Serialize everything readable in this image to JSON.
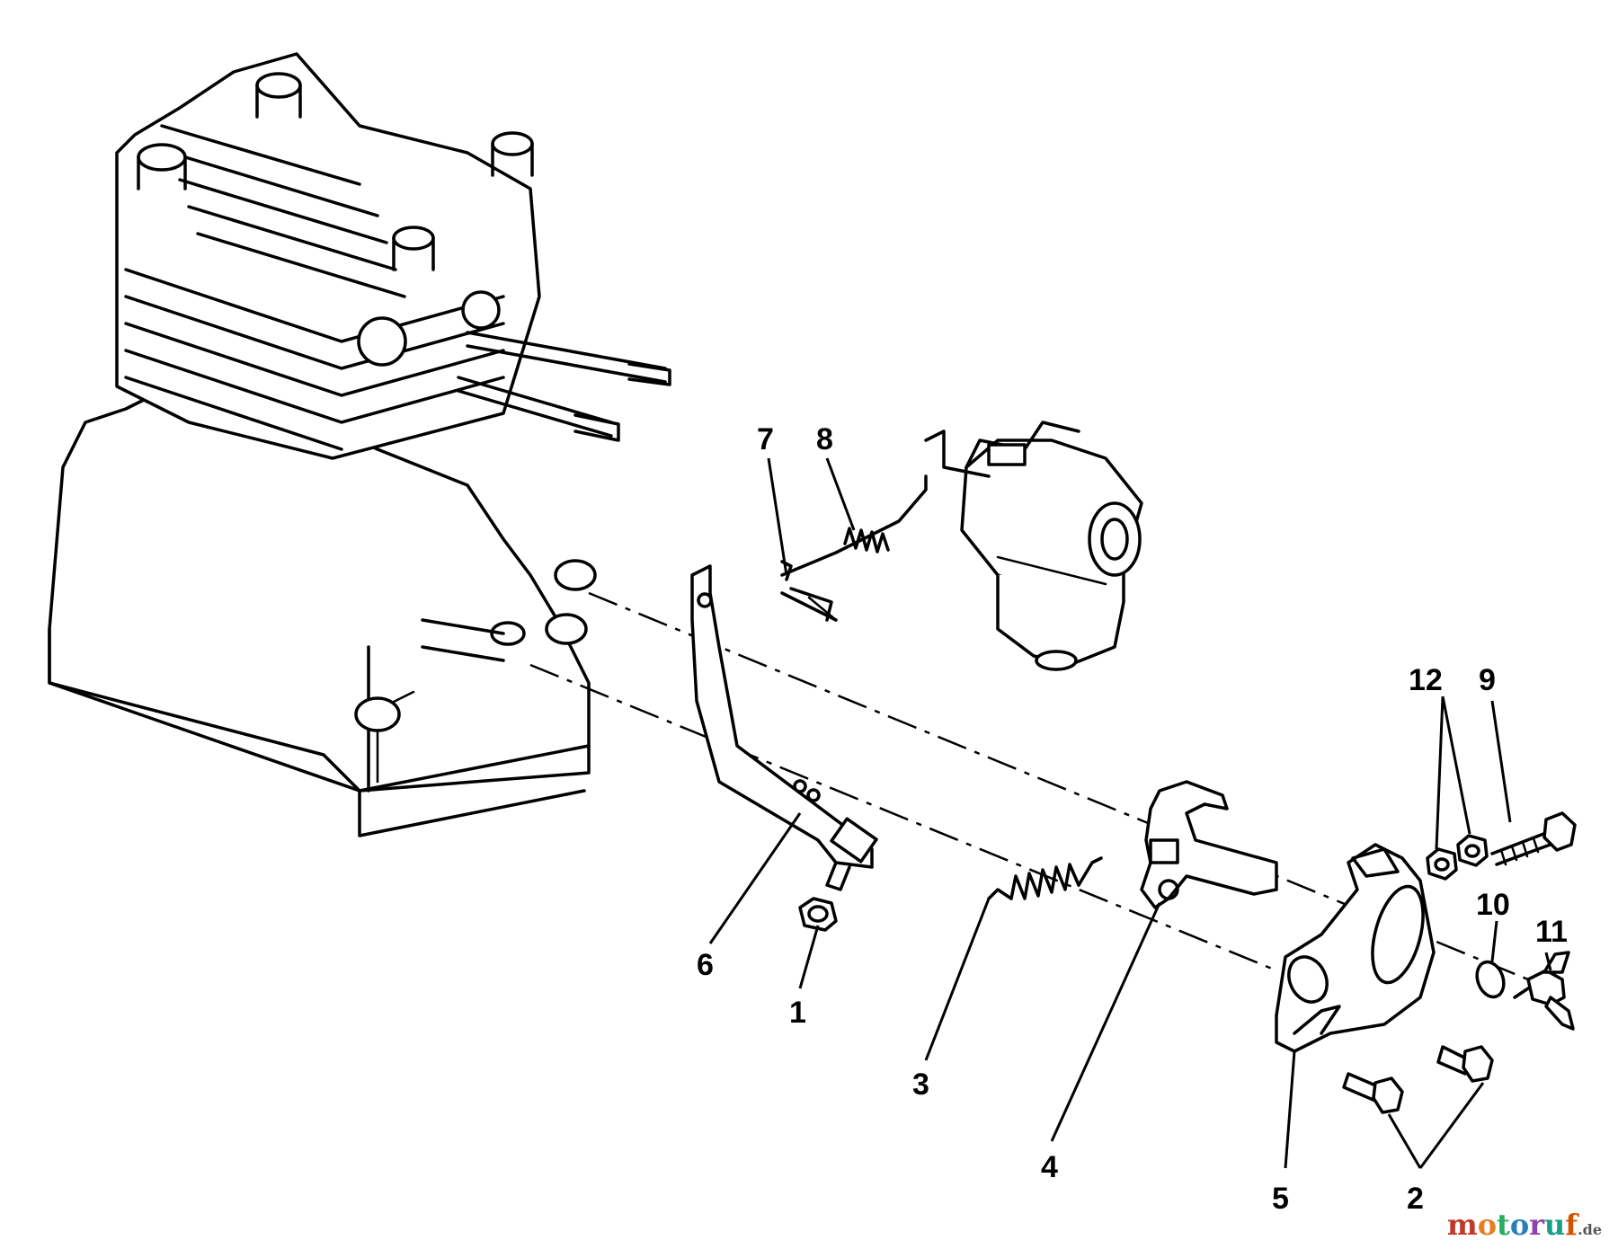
{
  "diagram": {
    "callouts": [
      {
        "id": "1",
        "label": "1"
      },
      {
        "id": "2",
        "label": "2"
      },
      {
        "id": "3",
        "label": "3"
      },
      {
        "id": "4",
        "label": "4"
      },
      {
        "id": "5",
        "label": "5"
      },
      {
        "id": "6",
        "label": "6"
      },
      {
        "id": "7",
        "label": "7"
      },
      {
        "id": "8",
        "label": "8"
      },
      {
        "id": "9",
        "label": "9"
      },
      {
        "id": "10",
        "label": "10"
      },
      {
        "id": "11",
        "label": "11"
      },
      {
        "id": "12",
        "label": "12"
      }
    ]
  },
  "watermark": {
    "brand_colored": "motoruf",
    "suffix": ".de",
    "colors": [
      "#c0392b",
      "#e67e22",
      "#27ae60",
      "#2980b9",
      "#8e44ad",
      "#16a085",
      "#d35400"
    ]
  }
}
